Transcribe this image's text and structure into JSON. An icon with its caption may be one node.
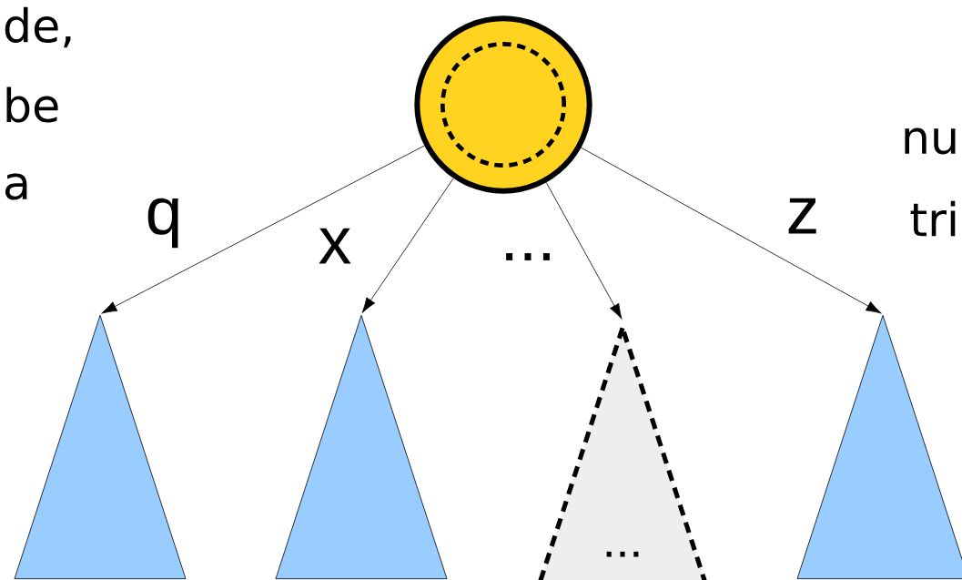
{
  "diagram": {
    "nodes": [
      {
        "text": [],
        "shape": "circle"
      },
      {
        "text": [],
        "shape": "triangle"
      },
      {
        "text": [],
        "shape": "triangle"
      },
      {
        "text": [
          "..."
        ]
      },
      {
        "text": [],
        "shape": "triangle"
      }
    ],
    "edges": [
      {
        "from": 0,
        "to": 1,
        "arrow": "to",
        "label": "q"
      },
      {
        "from": 0,
        "to": 2,
        "arrow": "to",
        "label": "x"
      },
      {
        "from": 0,
        "to": 3,
        "arrow": "to",
        "label": "..."
      },
      {
        "from": 0,
        "to": 4,
        "arrow": "to",
        "label": "z"
      }
    ],
    "labels": [
      "de,",
      "be",
      "a",
      "nu",
      "tri"
    ]
  }
}
